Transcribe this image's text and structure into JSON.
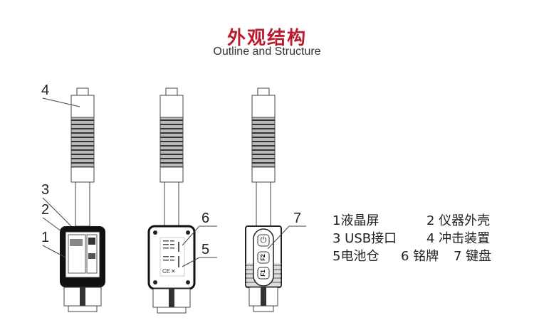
{
  "header": {
    "title_cn": "外观结构",
    "title_en": "Outline and Structure",
    "accent_color": "#b81c2e"
  },
  "callouts": {
    "n1": "1",
    "n2": "2",
    "n3": "3",
    "n4": "4",
    "n5": "5",
    "n6": "6",
    "n7": "7"
  },
  "device_views": [
    {
      "view": "front",
      "labels": [
        "1",
        "2",
        "3",
        "4"
      ]
    },
    {
      "view": "back",
      "labels": [
        "5",
        "6"
      ]
    },
    {
      "view": "side-keypad",
      "labels": [
        "7"
      ],
      "keys": [
        "power",
        "F2",
        "F1"
      ]
    }
  ],
  "keypad": {
    "key_power": "⏻",
    "key_f2": "F2",
    "key_f1": "F1"
  },
  "legend": {
    "rows": [
      [
        {
          "num": "1",
          "text": "1液晶屏"
        },
        {
          "num": "2",
          "text": "2 仪器外壳"
        }
      ],
      [
        {
          "num": "3",
          "text": "3 USB接口"
        },
        {
          "num": "4",
          "text": "4 冲击装置"
        }
      ],
      [
        {
          "num": "5",
          "text": "5电池仓"
        },
        {
          "num": "6",
          "text": "6 铭牌"
        },
        {
          "num": "7",
          "text": "7 键盘"
        }
      ]
    ]
  }
}
